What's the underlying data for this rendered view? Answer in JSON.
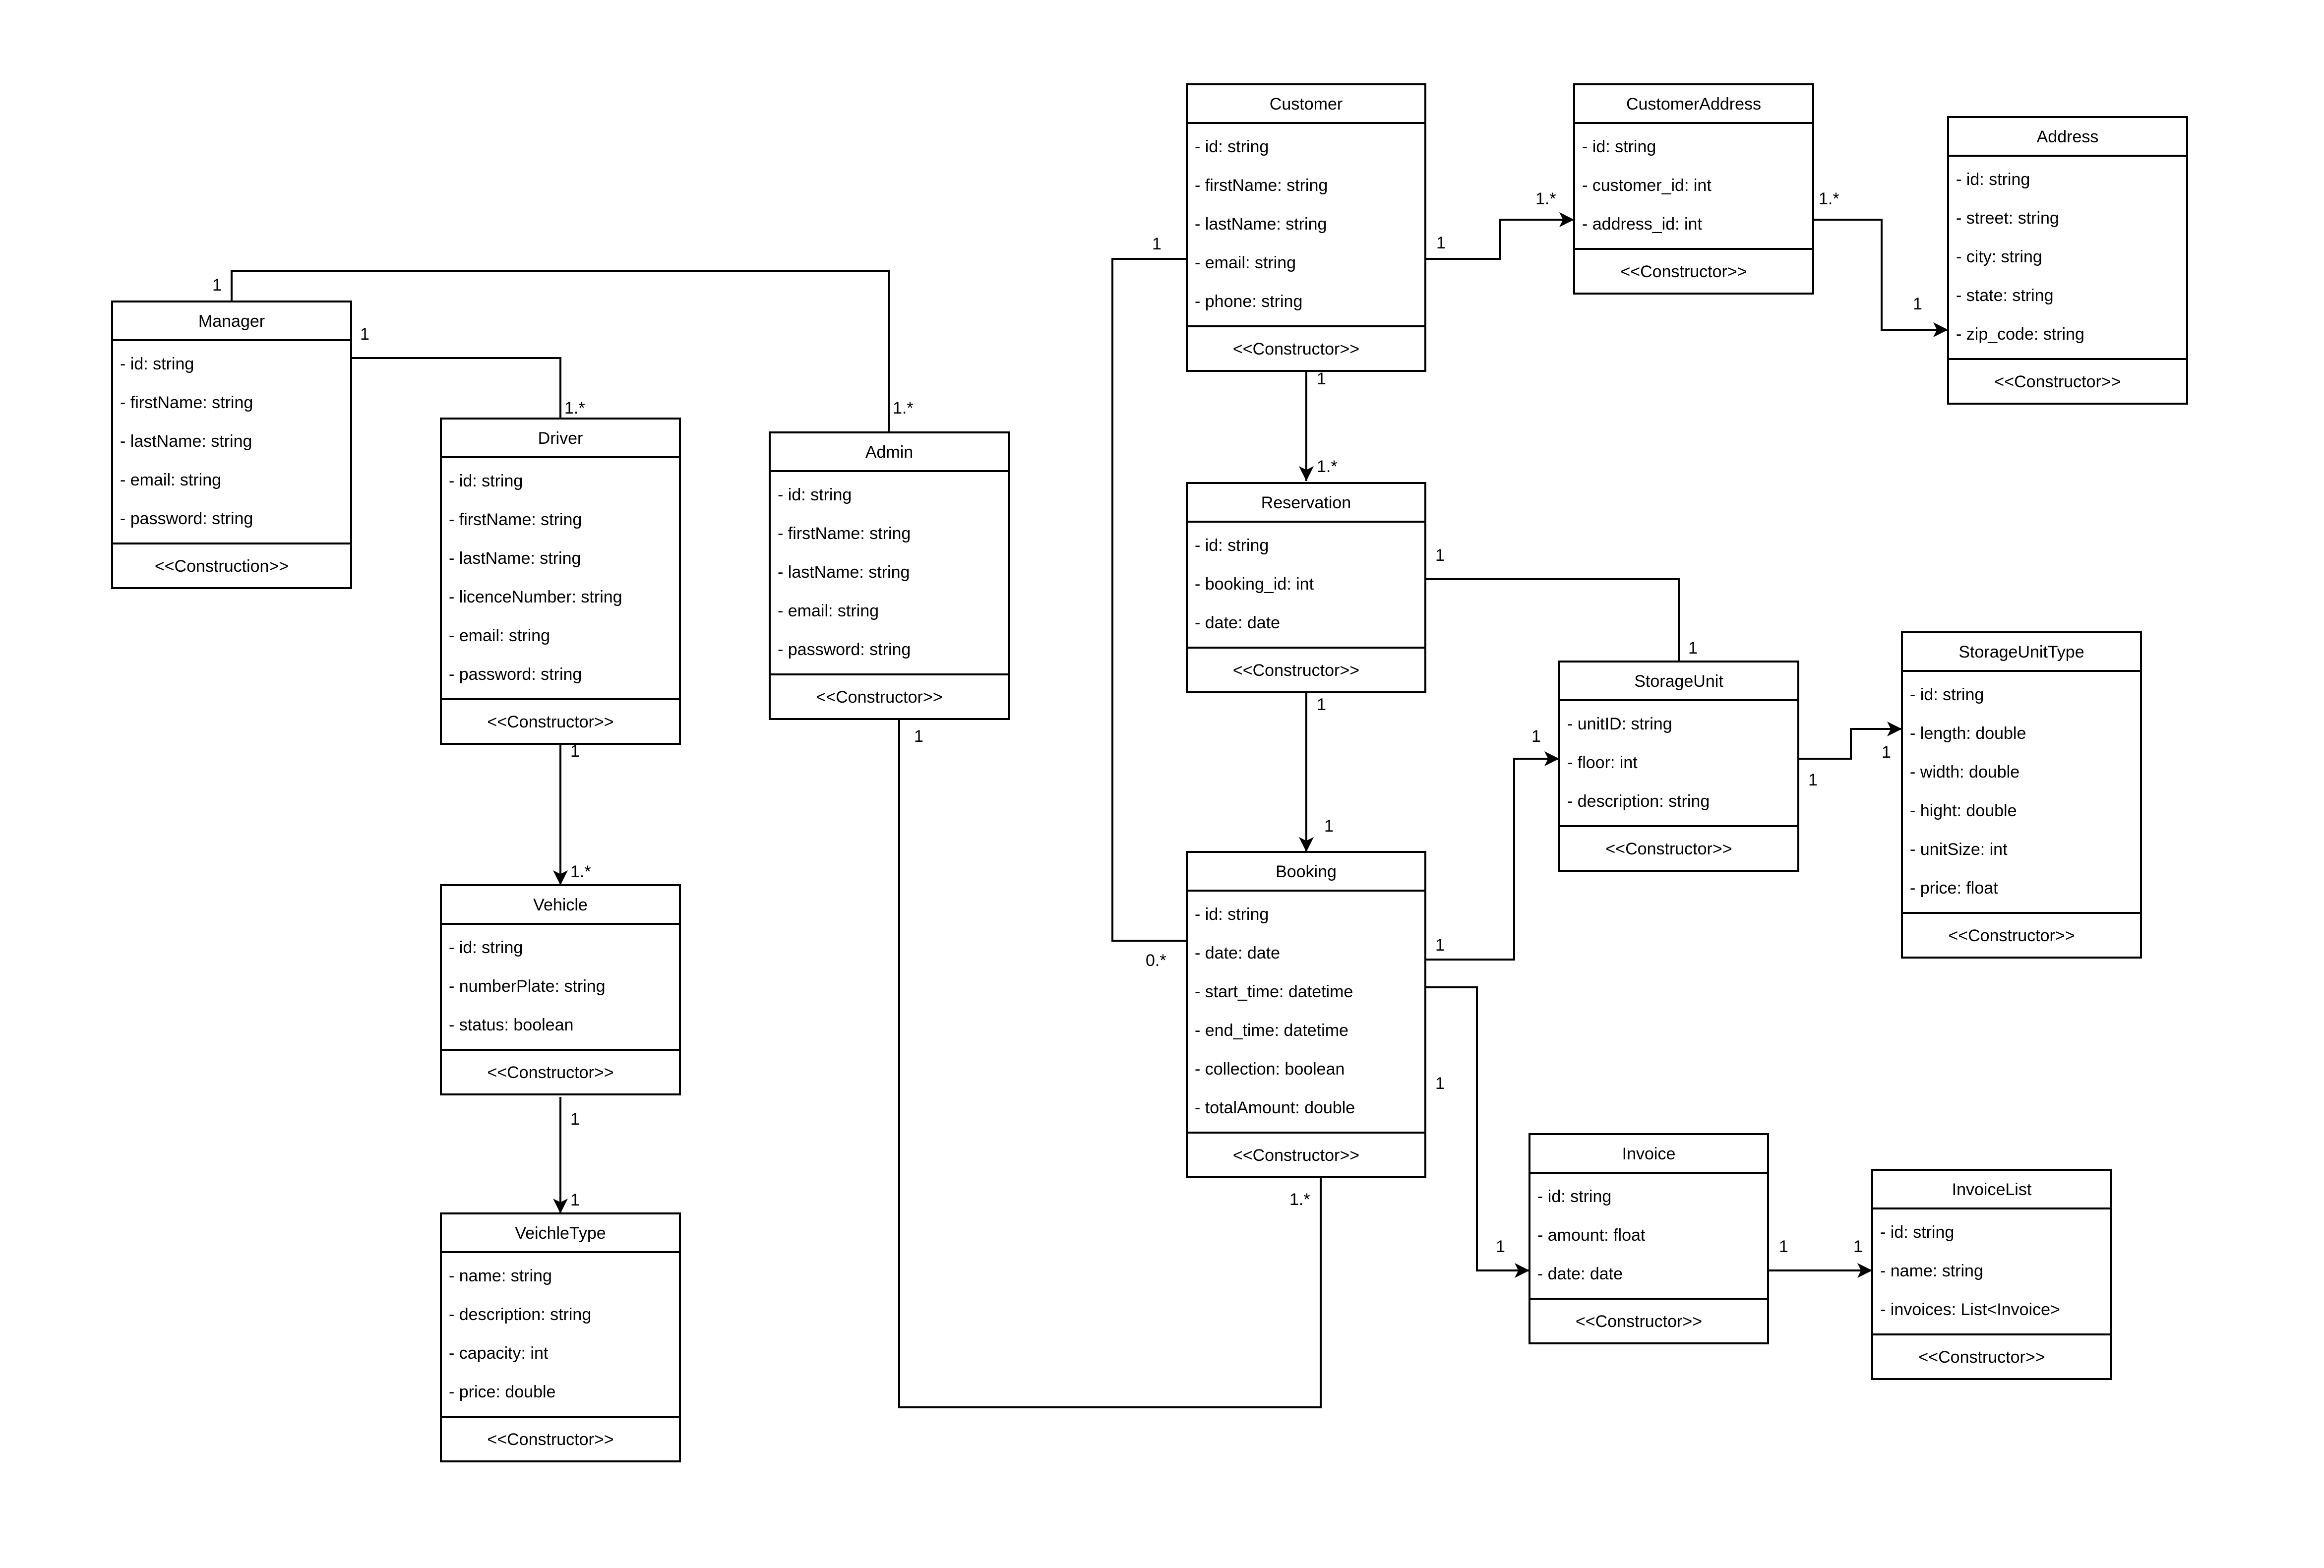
{
  "classes": {
    "manager": {
      "name": "Manager",
      "attributes": [
        "- id: string",
        "- firstName: string",
        "- lastName: string",
        "- email: string",
        "- password: string"
      ],
      "constructor": "<<Construction>>"
    },
    "driver": {
      "name": "Driver",
      "attributes": [
        "- id: string",
        "- firstName: string",
        "- lastName: string",
        "- licenceNumber: string",
        "- email: string",
        "- password: string"
      ],
      "constructor": "<<Constructor>>"
    },
    "vehicle": {
      "name": "Vehicle",
      "attributes": [
        "- id: string",
        "- numberPlate: string",
        "- status: boolean"
      ],
      "constructor": "<<Constructor>>"
    },
    "veichletype": {
      "name": "VeichleType",
      "attributes": [
        "- name: string",
        "- description: string",
        "- capacity: int",
        "- price: double"
      ],
      "constructor": "<<Constructor>>"
    },
    "admin": {
      "name": "Admin",
      "attributes": [
        "- id: string",
        "- firstName: string",
        "- lastName: string",
        "- email: string",
        "- password: string"
      ],
      "constructor": "<<Constructor>>"
    },
    "customer": {
      "name": "Customer",
      "attributes": [
        "- id: string",
        "- firstName: string",
        "- lastName: string",
        "- email: string",
        "- phone: string"
      ],
      "constructor": "<<Constructor>>"
    },
    "customeraddress": {
      "name": "CustomerAddress",
      "attributes": [
        "- id: string",
        "- customer_id: int",
        "- address_id: int"
      ],
      "constructor": "<<Constructor>>"
    },
    "address": {
      "name": "Address",
      "attributes": [
        "- id: string",
        "- street: string",
        "- city: string",
        "- state: string",
        "- zip_code: string"
      ],
      "constructor": "<<Constructor>>"
    },
    "reservation": {
      "name": "Reservation",
      "attributes": [
        "- id: string",
        "- booking_id: int",
        "- date: date"
      ],
      "constructor": "<<Constructor>>"
    },
    "storageunit": {
      "name": "StorageUnit",
      "attributes": [
        "- unitID: string",
        "- floor: int",
        "- description: string"
      ],
      "constructor": "<<Constructor>>"
    },
    "storageunittype": {
      "name": "StorageUnitType",
      "attributes": [
        "- id: string",
        "- length: double",
        "- width: double",
        "- hight: double",
        "- unitSize: int",
        "- price: float"
      ],
      "constructor": "<<Constructor>>"
    },
    "booking": {
      "name": "Booking",
      "attributes": [
        "- id: string",
        "- date: date",
        "- start_time: datetime",
        "- end_time: datetime",
        "- collection: boolean",
        "- totalAmount: double"
      ],
      "constructor": "<<Constructor>>"
    },
    "invoice": {
      "name": "Invoice",
      "attributes": [
        "- id: string",
        "- amount: float",
        "- date: date"
      ],
      "constructor": "<<Constructor>>"
    },
    "invoicelist": {
      "name": "InvoiceList",
      "attributes": [
        "- id: string",
        "- name: string",
        "- invoices: List<Invoice>"
      ],
      "constructor": "<<Constructor>>"
    }
  },
  "relations": {
    "manager_admin": {
      "from": "1",
      "to": "1.*"
    },
    "manager_driver": {
      "from": "1",
      "to": "1.*"
    },
    "driver_vehicle": {
      "from": "1",
      "to": "1.*"
    },
    "vehicle_veichletype": {
      "from": "1",
      "to": "1"
    },
    "admin_booking": {
      "from": "1",
      "to": "1.*"
    },
    "customer_customeraddress": {
      "from": "1",
      "to": "1.*"
    },
    "customeraddress_address": {
      "from": "1.*",
      "to": "1"
    },
    "customer_reservation": {
      "from": "1",
      "to": "1.*"
    },
    "customer_booking": {
      "from": "1",
      "to": "0.*"
    },
    "reservation_storageunit": {
      "from": "1",
      "to": "1"
    },
    "reservation_booking": {
      "from": "1",
      "to": "1"
    },
    "booking_storageunit": {
      "from": "1",
      "to": "1"
    },
    "storageunit_storageunittype": {
      "from": "1",
      "to": "1"
    },
    "booking_invoice": {
      "from": "1",
      "to": "1"
    },
    "invoice_invoicelist": {
      "from": "1",
      "to": "1"
    }
  }
}
